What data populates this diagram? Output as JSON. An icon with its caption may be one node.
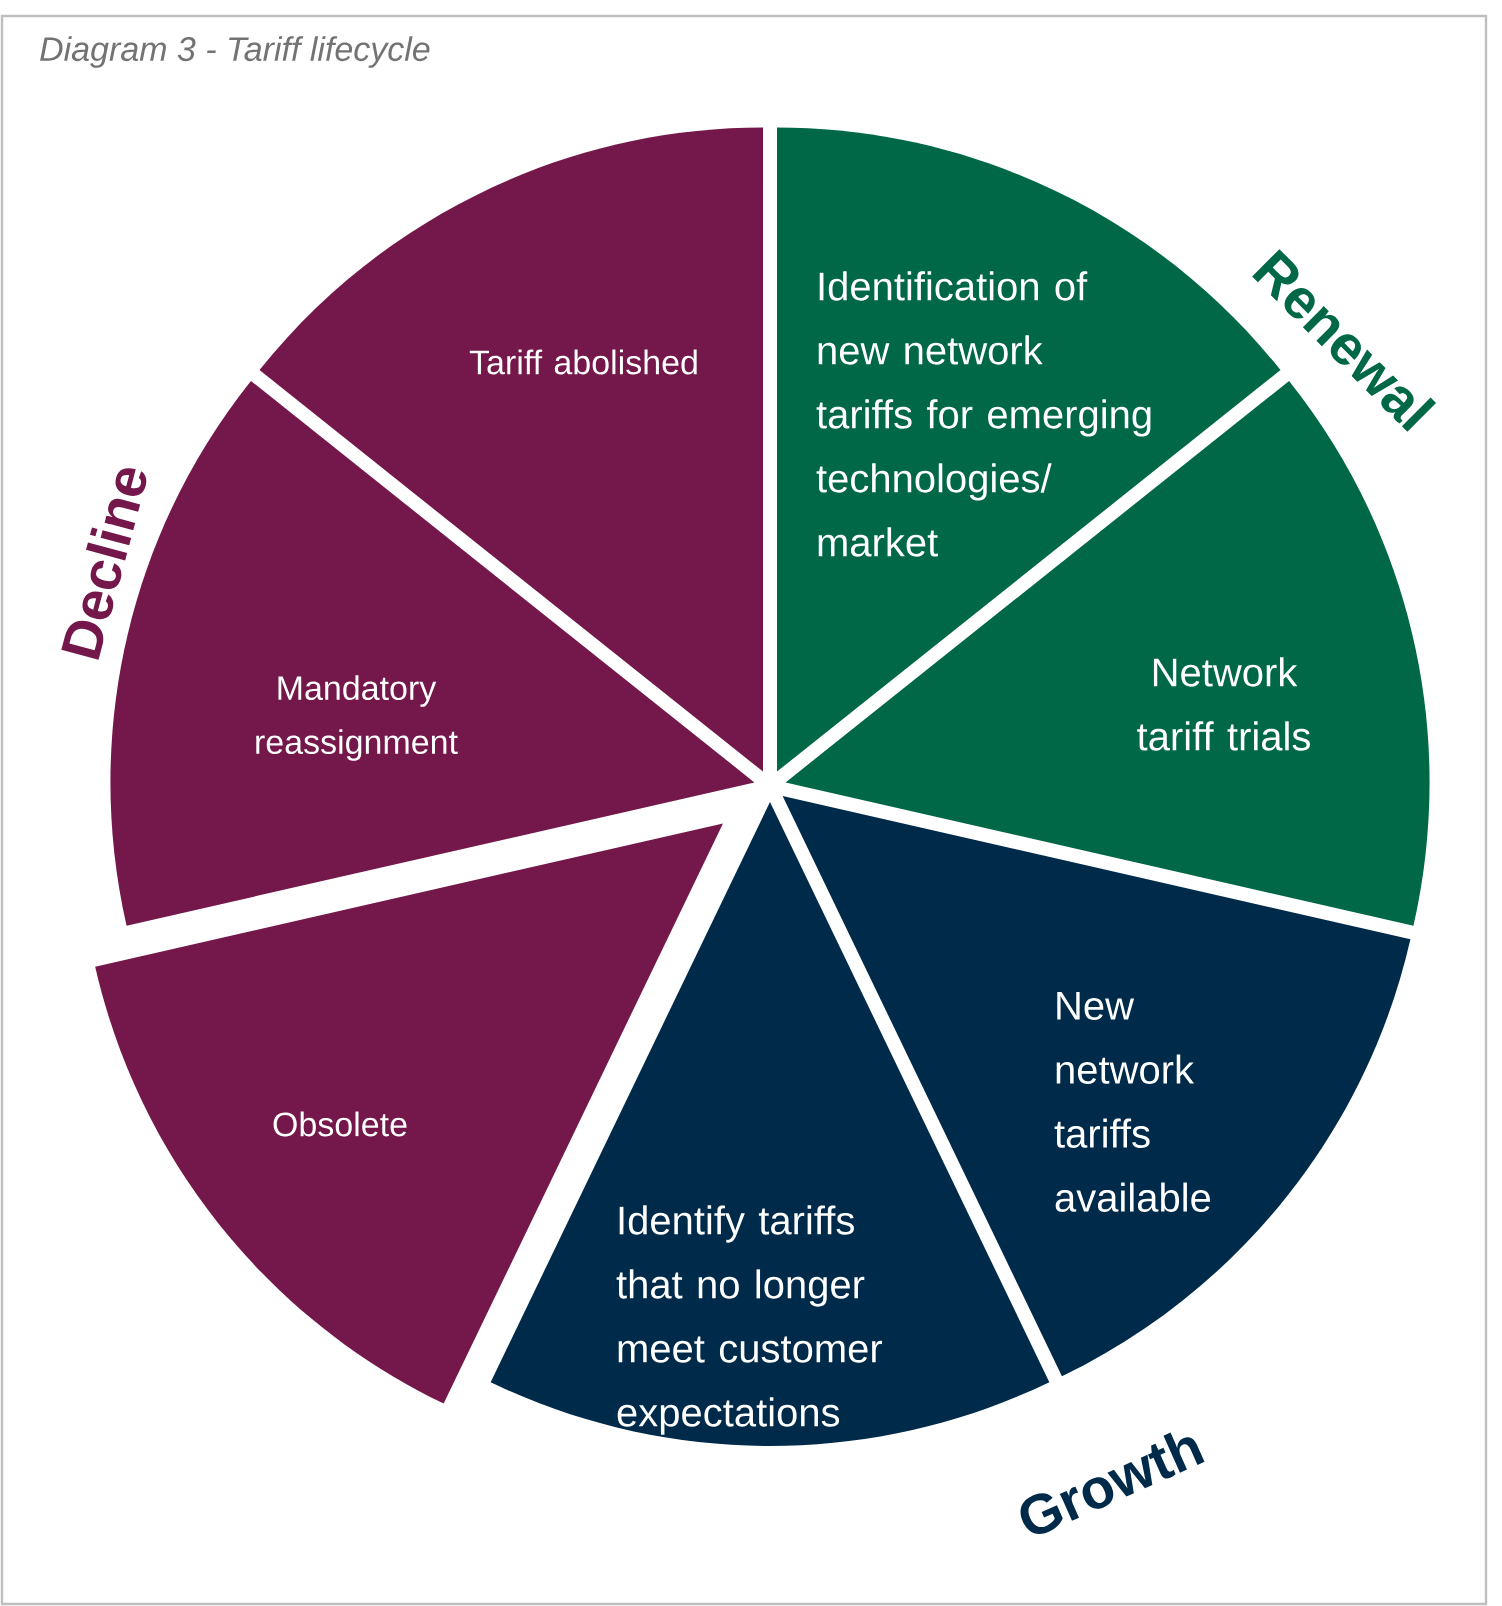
{
  "diagram": {
    "title": "Diagram 3 - Tariff lifecycle",
    "nodes": [
      {
        "text": [
          "Identification of new network tariffs for emerging technologies/ market"
        ]
      },
      {
        "text": [
          "Network tariff trials"
        ]
      },
      {
        "text": [
          "New network tariffs available"
        ]
      },
      {
        "text": [
          "Identify tariffs that no longer meet customer expectations"
        ]
      },
      {
        "text": [
          "Obsolete"
        ]
      },
      {
        "text": [
          "Mandatory reassignment"
        ]
      },
      {
        "text": [
          "Tariff abolished"
        ]
      }
    ],
    "labels": [
      "Renewal",
      "Growth",
      "Decline"
    ]
  }
}
